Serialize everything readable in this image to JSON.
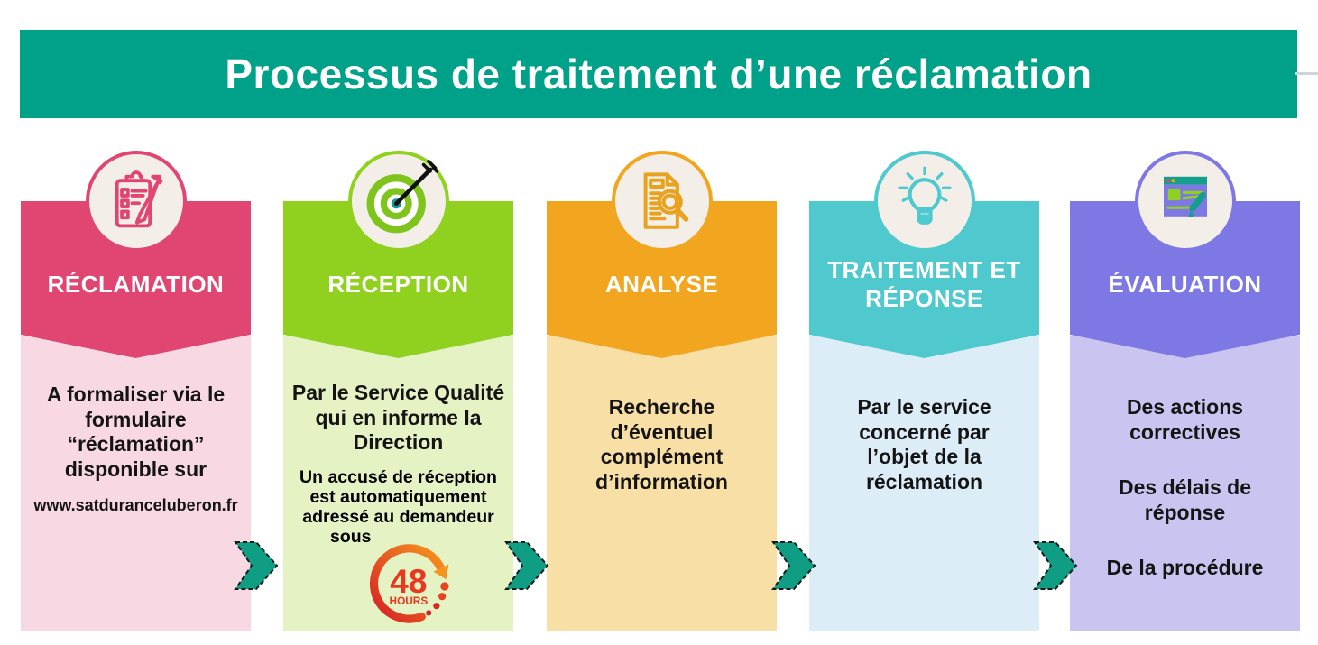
{
  "banner": {
    "title": "Processus de traitement d’une réclamation"
  },
  "steps": [
    {
      "title": "RÉCLAMATION",
      "icon": "clipboard-pencil-icon",
      "texts": [
        "A formaliser via le formulaire “réclamation” disponible sur"
      ],
      "link": "www.satduranceluberon.fr"
    },
    {
      "title": "RÉCEPTION",
      "icon": "target-dart-icon",
      "texts": [
        "Par le Service Qualité qui en informe la Direction"
      ],
      "note_lines": [
        "Un accusé de réception",
        "est automatiquement",
        "adressé au demandeur",
        "sous"
      ],
      "badge": {
        "number": "48",
        "unit": "HOURS"
      }
    },
    {
      "title": "ANALYSE",
      "icon": "document-magnifier-icon",
      "texts": [
        "Recherche d’éventuel complément d’information"
      ]
    },
    {
      "title": "TRAITEMENT ET RÉPONSE",
      "icon": "lightbulb-icon",
      "texts": [
        "Par le service concerné par l’objet de la réclamation"
      ]
    },
    {
      "title": "ÉVALUATION",
      "icon": "browser-edit-icon",
      "texts": [
        "Des actions correctives",
        "Des délais de réponse",
        "De la procédure"
      ]
    }
  ],
  "colors": {
    "banner_bg": "#00a189",
    "arrow": "#0f9d84",
    "circle_bg": "#f3efe8",
    "text": "#141414",
    "steps": [
      {
        "accent": "#e04671",
        "body": "#f8d9e3"
      },
      {
        "accent": "#90d01f",
        "body": "#e4f2c4"
      },
      {
        "accent": "#f2a61f",
        "body": "#f8dfa6"
      },
      {
        "accent": "#4fc8ce",
        "body": "#ddedf8"
      },
      {
        "accent": "#7d78e4",
        "body": "#c9c5f0"
      }
    ],
    "badge_gradient": [
      "#d61f26",
      "#f7941d"
    ]
  }
}
